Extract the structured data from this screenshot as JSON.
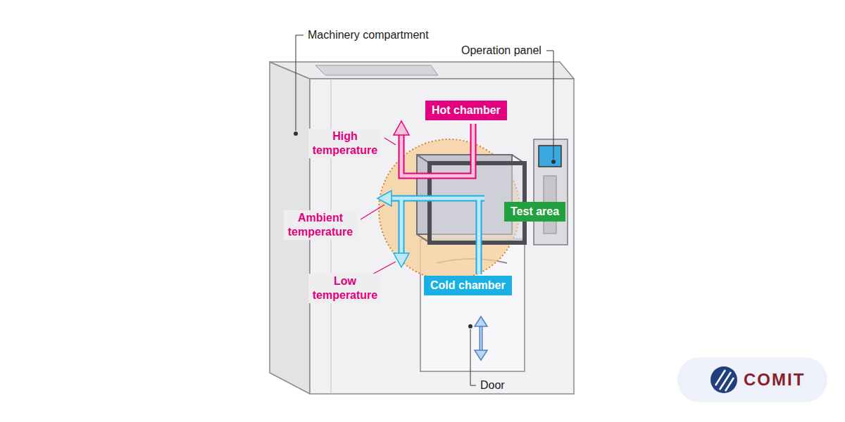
{
  "diagram": {
    "nodes": [
      {
        "text": [
          "Hot chamber"
        ]
      },
      {
        "text": [
          "Test area"
        ]
      },
      {
        "text": [
          "Cold chamber"
        ]
      }
    ],
    "labels": [
      "Machinery compartment",
      "Operation panel",
      "High temperature",
      "Ambient temperature",
      "Low temperature",
      "Door",
      "COMIT"
    ]
  }
}
